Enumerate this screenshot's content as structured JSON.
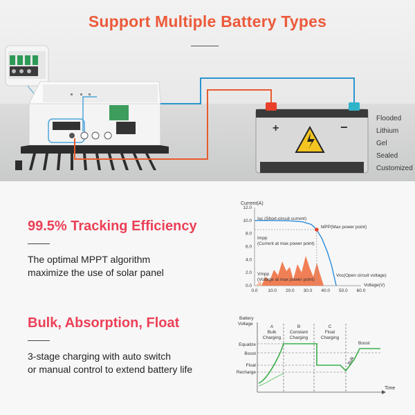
{
  "header": {
    "title": "Support Multiple Battery Types"
  },
  "battery": {
    "plus": "+",
    "minus": "−"
  },
  "battery_types": [
    "Flooded",
    "Lithium",
    "Gel",
    "Sealed",
    "Customized"
  ],
  "feature1": {
    "title": "99.5% Tracking Efficiency",
    "lines": [
      "The optimal MPPT algorithm",
      "maximize the use of solar panel"
    ]
  },
  "feature2": {
    "title": "Bulk, Absorption, Float",
    "lines": [
      "3-stage charging with auto switch",
      "or manual control to extend battery life"
    ]
  },
  "colors": {
    "title": "#ec5a3a",
    "feature_title": "#ec3f56",
    "curve": "#2a8bd8",
    "accent": "#e8402a",
    "charge_line": "#39b04a"
  },
  "chart_data": [
    {
      "type": "line",
      "ylabel": "Current(A)",
      "xlabel": "Voltage(V)",
      "xlim": [
        0,
        60
      ],
      "ylim": [
        0,
        12
      ],
      "x_ticks": [
        "0.0",
        "10.0",
        "20.0",
        "30.0",
        "40.0",
        "50.0",
        "60.0"
      ],
      "y_ticks": [
        "0.0",
        "2.0",
        "4.0",
        "6.0",
        "8.0",
        "10.0",
        "12.0"
      ],
      "series": [
        {
          "x": [
            0,
            10,
            20,
            27,
            32,
            35,
            38,
            41,
            43.5,
            45,
            46
          ],
          "y": [
            10,
            10,
            9.95,
            9.8,
            9.4,
            8.6,
            7.2,
            5.2,
            3,
            1.2,
            0
          ]
        }
      ],
      "annotations": {
        "isc": "Isc (Short-circuit current)",
        "mpp": "MPP(Max power point)",
        "impp_1": "Impp",
        "impp_2": "(Current at max power point)",
        "vmpp_1": "Vmpp",
        "vmpp_2": "(Voltage at max power point)",
        "voc": "Voc(Open circuit voltage)"
      },
      "mpp": {
        "x": 35,
        "y": 8.6
      },
      "grid": false
    },
    {
      "type": "line",
      "ylabel_1": "Battery",
      "ylabel_2": "Voltage",
      "xlabel": "Time",
      "stages": [
        {
          "letter": "A",
          "line1": "Bulk",
          "line2": "Charging"
        },
        {
          "letter": "B",
          "line1": "Constant",
          "line2": "Charging"
        },
        {
          "letter": "C",
          "line1": "Float",
          "line2": "Charging"
        }
      ],
      "levels": {
        "equalize": "Equalize",
        "boost": "Boost",
        "float": "Float",
        "recharge": "Recharge"
      },
      "annotations": {
        "bulk": "Bulk",
        "boost": "Boost"
      },
      "grid": false
    }
  ]
}
